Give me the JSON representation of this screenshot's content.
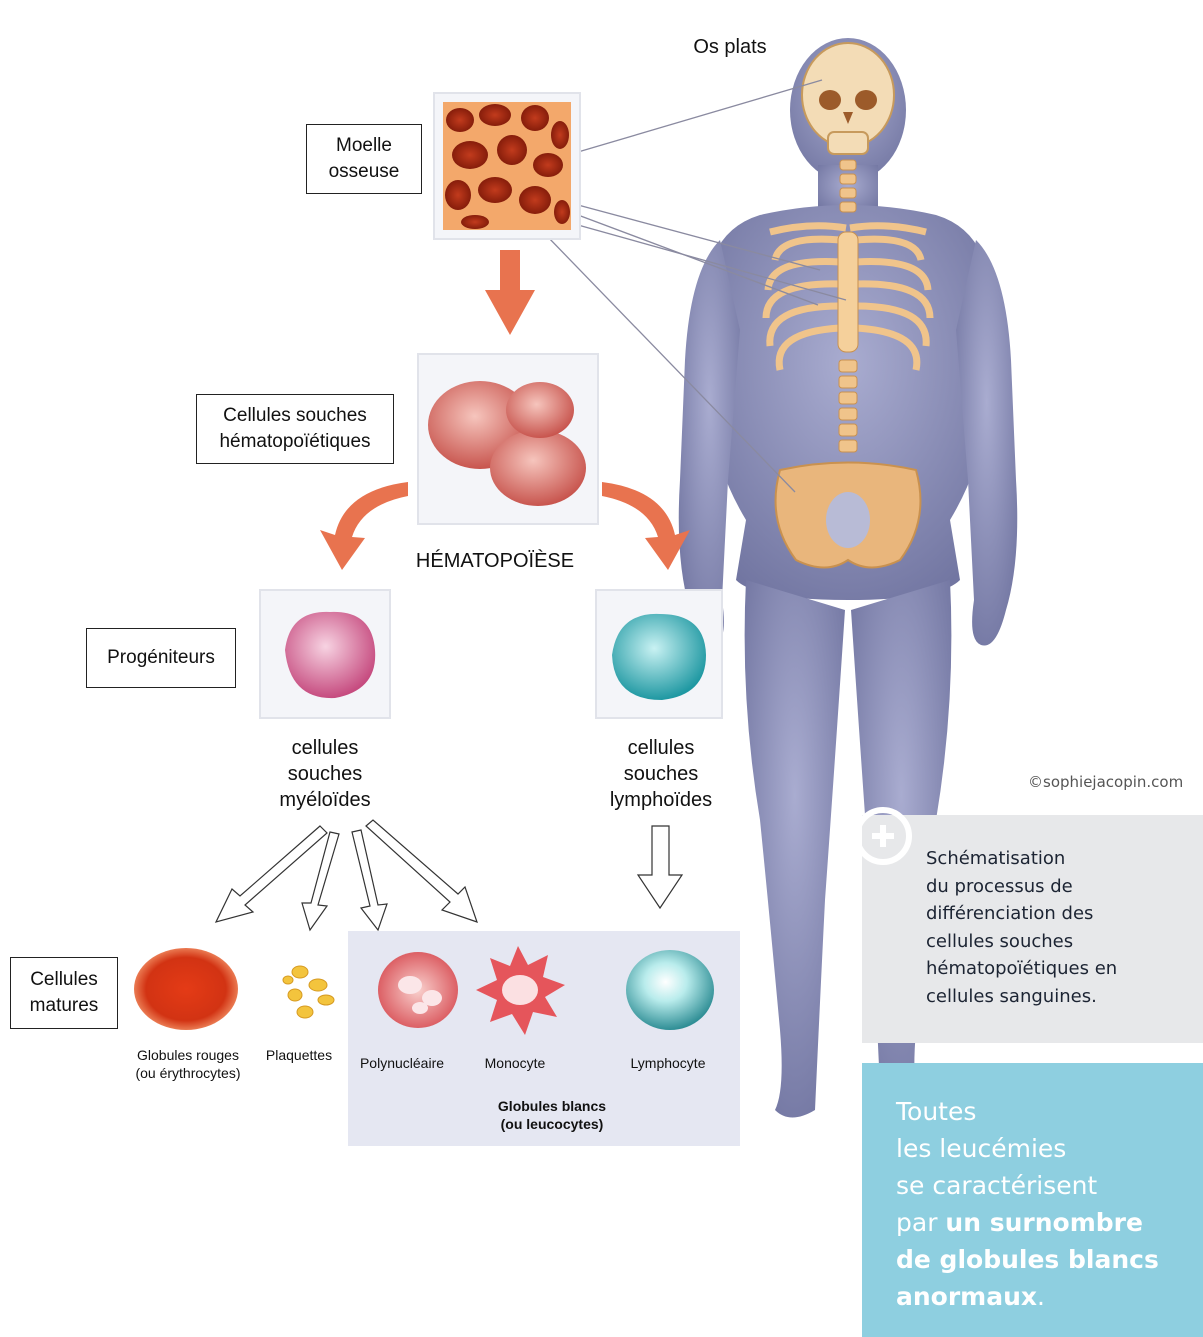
{
  "labels": {
    "os_plats": "Os plats",
    "moelle": [
      "Moelle",
      "osseuse"
    ],
    "cellules_souches": [
      "Cellules souches",
      "hématopoïétiques"
    ],
    "hematopoiese": "HÉMATOPOÏÈSE",
    "progeniteurs": "Progéniteurs",
    "myeloides": [
      "cellules",
      "souches",
      "myéloïdes"
    ],
    "lymphoides": [
      "cellules",
      "souches",
      "lymphoïdes"
    ],
    "cellules_matures": [
      "Cellules",
      "matures"
    ]
  },
  "mature_cells": {
    "globules_rouges": [
      "Globules rouges",
      "(ou érythrocytes)"
    ],
    "plaquettes": "Plaquettes",
    "polynucleaire": "Polynucléaire",
    "monocyte": "Monocyte",
    "lymphocyte": "Lymphocyte",
    "globules_blancs": [
      "Globules blancs",
      "(ou leucocytes)"
    ]
  },
  "credit": "©sophiejacopin.com",
  "note": {
    "icon": "plus-icon",
    "lines": [
      "Schématisation",
      "du processus de",
      "différenciation des",
      "cellules souches",
      "hématopoïétiques en",
      "cellules sanguines."
    ]
  },
  "callout": {
    "line1": "Toutes",
    "line2": "les leucémies",
    "line3": "se caractérisent",
    "line4_plain": "par ",
    "line4_bold": "un surnombre",
    "line5": "de globules blancs",
    "line6": "anormaux",
    "line6_end": "."
  },
  "colors": {
    "arrow_orange": "#e8734f",
    "callout_bg": "#8ecfe0",
    "note_bg": "#e7e8ea",
    "body": "#8a8fb8",
    "bone": "#f2c48a"
  }
}
